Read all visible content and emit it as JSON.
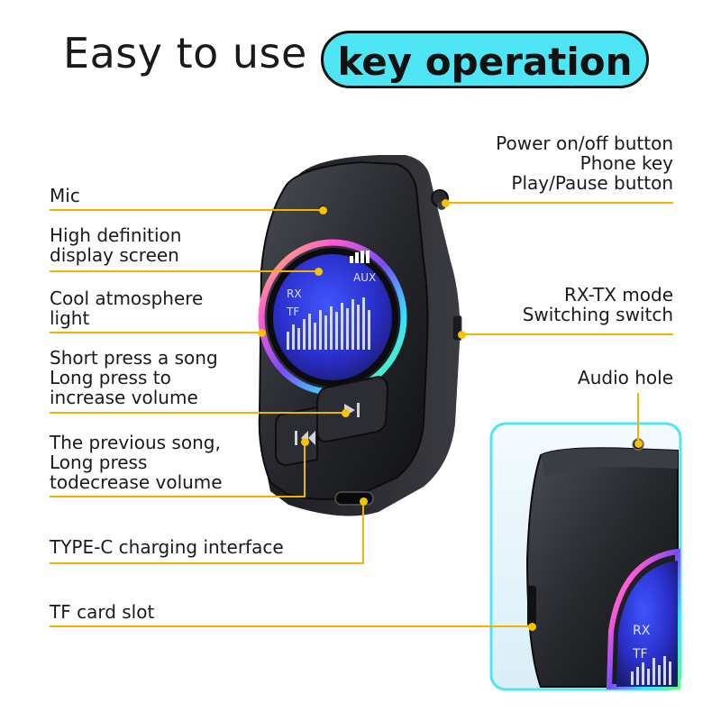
{
  "title": {
    "plain": "Easy to use",
    "highlight": "key operation"
  },
  "screen": {
    "left": "RX",
    "left2": "TF",
    "right": "AUX"
  },
  "inset": {
    "left": "RX",
    "left2": "TF"
  },
  "labels": {
    "mic": "Mic",
    "display_1": "High definition",
    "display_2": "display screen",
    "light_1": "Cool atmosphere",
    "light_2": "light",
    "next_1": "Short press a song",
    "next_2": "Long press to",
    "next_3": "increase volume",
    "prev_1": "The previous song,",
    "prev_2": "Long press",
    "prev_3": "todecrease volume",
    "typec": "TYPE-C charging interface",
    "tf": "TF card slot",
    "power_1": "Power on/off button",
    "power_2": "Phone key",
    "power_3": "Play/Pause button",
    "mode_1": "RX-TX mode",
    "mode_2": "Switching switch",
    "audio": "Audio hole"
  }
}
